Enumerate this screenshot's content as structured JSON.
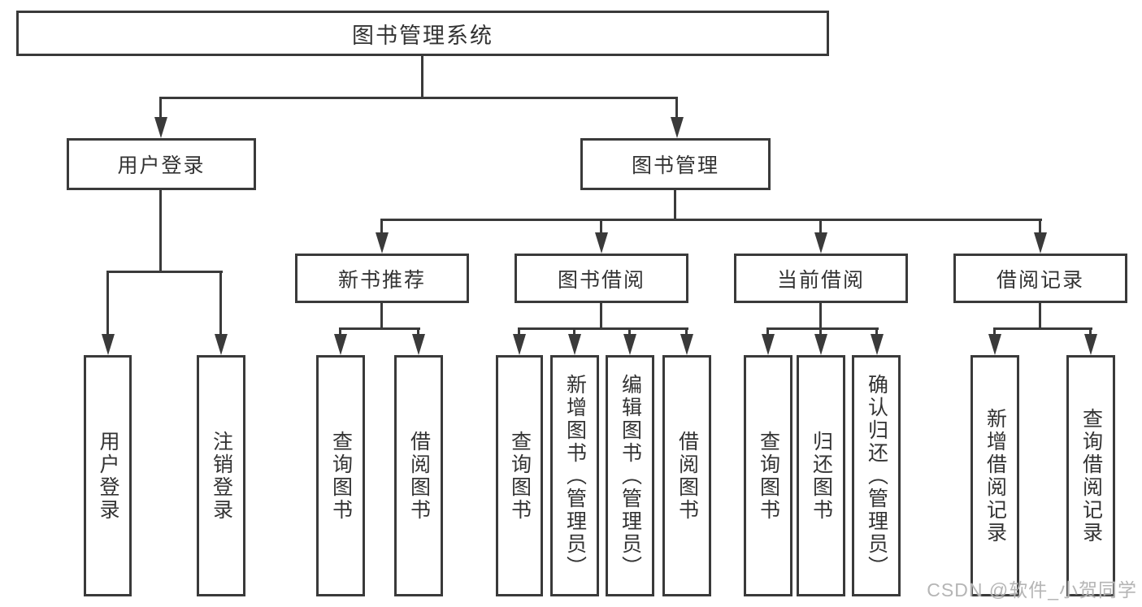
{
  "colors": {
    "line": "#3a3a3a",
    "text": "#333333",
    "watermark": "#b5b5b5",
    "background": "#ffffff"
  },
  "tree": {
    "root": {
      "label": "图书管理系统"
    },
    "branches": [
      {
        "label": "用户登录",
        "children": [
          {
            "label": "用户登录"
          },
          {
            "label": "注销登录"
          }
        ]
      },
      {
        "label": "图书管理",
        "children": [
          {
            "label": "新书推荐",
            "children": [
              {
                "label": "查询图书"
              },
              {
                "label": "借阅图书"
              }
            ]
          },
          {
            "label": "图书借阅",
            "children": [
              {
                "label": "查询图书"
              },
              {
                "label": "新增图书（管理员）"
              },
              {
                "label": "编辑图书（管理员）"
              },
              {
                "label": "借阅图书"
              }
            ]
          },
          {
            "label": "当前借阅",
            "children": [
              {
                "label": "查询图书"
              },
              {
                "label": "归还图书"
              },
              {
                "label": "确认归还（管理员）"
              }
            ]
          },
          {
            "label": "借阅记录",
            "children": [
              {
                "label": "新增借阅记录"
              },
              {
                "label": "查询借阅记录"
              }
            ]
          }
        ]
      }
    ]
  },
  "watermark": {
    "text": "CSDN @软件_小贺同学"
  }
}
